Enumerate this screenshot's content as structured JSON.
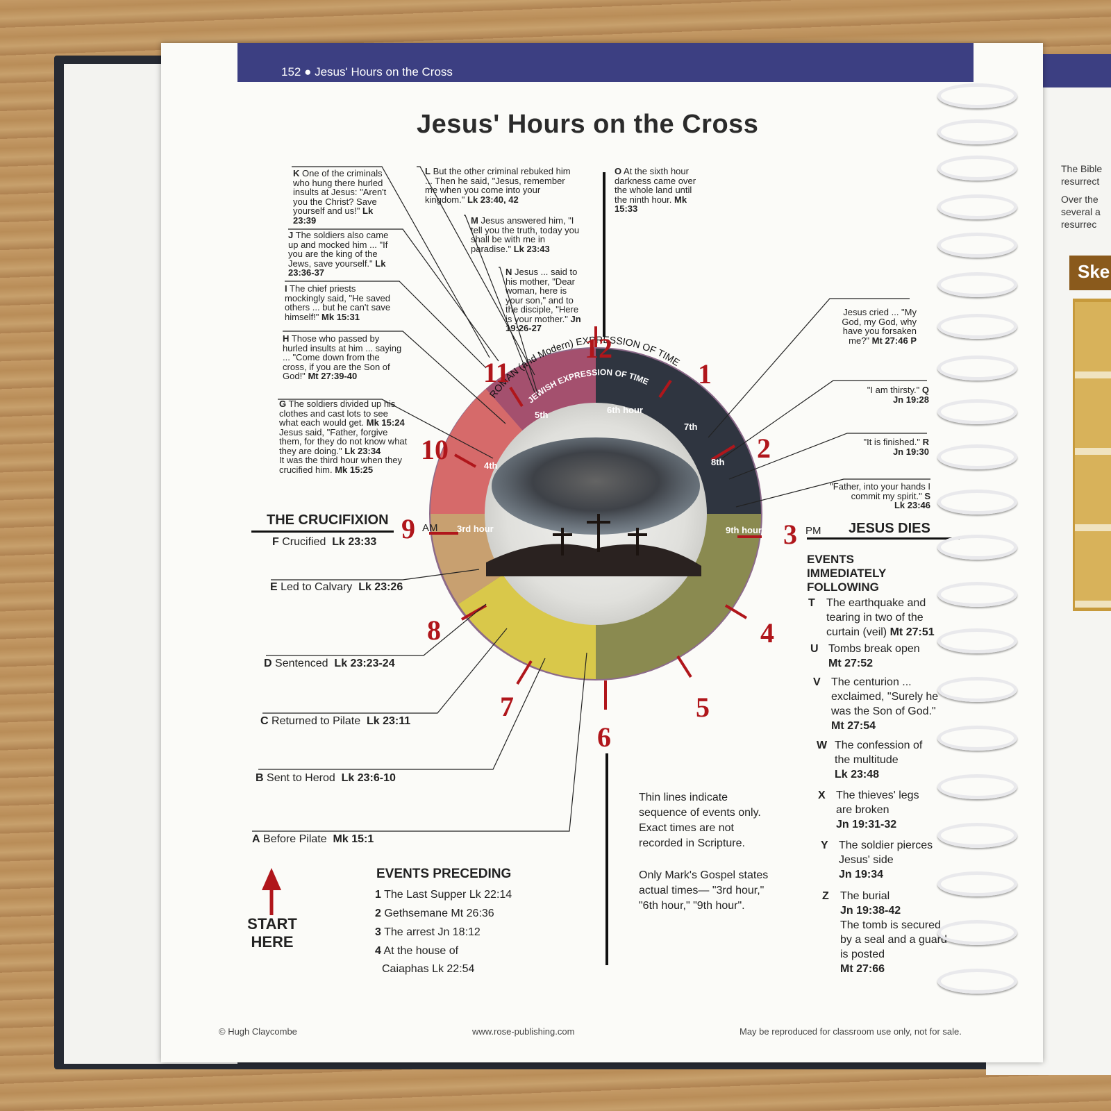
{
  "header": {
    "page_ref": "152 ● Jesus' Hours on the Cross"
  },
  "title": "Jesus' Hours on the Cross",
  "next_page": {
    "line1": "The Bible",
    "line2": "resurrect",
    "line3": "Over the",
    "line4": "several a",
    "line5": "resurrec",
    "box_label": "Ske"
  },
  "callouts": {
    "K": {
      "letter": "K",
      "text": "One of the criminals who hung there hurled insults at Jesus: \"Aren't you the Christ? Save yourself and us!\"",
      "ref": "Lk 23:39"
    },
    "J": {
      "letter": "J",
      "text": "The soldiers also came up and mocked him ... \"If you are the king of the Jews, save yourself.\"",
      "ref": "Lk 23:36-37"
    },
    "I": {
      "letter": "I",
      "text": "The chief priests mockingly said, \"He saved others ... but he can't save himself!\"",
      "ref": "Mk 15:31"
    },
    "H": {
      "letter": "H",
      "text": "Those who passed by hurled insults at him ... saying ... \"Come down from the cross, if you are the Son of God!\"",
      "ref": "Mt 27:39-40"
    },
    "G": {
      "letter": "G",
      "text": "The soldiers divided up his clothes and cast lots to see what each would get.",
      "ref": "Mk 15:24",
      "text2": "Jesus said, \"Father, forgive them, for they do not know what they are doing.\"",
      "ref2": "Lk 23:34",
      "text3": "It was the third hour when they crucified him.",
      "ref3": "Mk 15:25"
    },
    "L": {
      "letter": "L",
      "text": "But the other criminal rebuked him ... Then he said, \"Jesus, remember me when you come into your kingdom.\"",
      "ref": "Lk 23:40, 42"
    },
    "M": {
      "letter": "M",
      "text": "Jesus answered him, \"I tell you the truth, today you shall be with me in paradise.\"",
      "ref": "Lk 23:43"
    },
    "N": {
      "letter": "N",
      "text": "Jesus ... said to his mother, \"Dear woman, here is your son,\" and to the disciple, \"Here is your mother.\"",
      "ref": "Jn 19:26-27"
    },
    "O": {
      "letter": "O",
      "text": "At the sixth hour darkness came over the whole land until the ninth hour.",
      "ref": "Mk 15:33"
    },
    "P": {
      "letter": "P",
      "text": "Jesus cried ... \"My God, my God, why have you forsaken me?\"",
      "ref": "Mt 27:46"
    },
    "Q": {
      "letter": "Q",
      "text": "\"I am thirsty.\"",
      "ref": "Jn 19:28"
    },
    "R": {
      "letter": "R",
      "text": "\"It is finished.\"",
      "ref": "Jn 19:30"
    },
    "S": {
      "letter": "S",
      "text": "\"Father, into your hands I commit my spirit.\"",
      "ref": "Lk 23:46"
    }
  },
  "left_list": {
    "F": {
      "letter": "F",
      "text": "Crucified",
      "ref": "Lk 23:33"
    },
    "E": {
      "letter": "E",
      "text": "Led to Calvary",
      "ref": "Lk 23:26"
    },
    "D": {
      "letter": "D",
      "text": "Sentenced",
      "ref": "Lk 23:23-24"
    },
    "C": {
      "letter": "C",
      "text": "Returned to Pilate",
      "ref": "Lk 23:11"
    },
    "B": {
      "letter": "B",
      "text": "Sent to Herod",
      "ref": "Lk 23:6-10"
    },
    "A": {
      "letter": "A",
      "text": "Before Pilate",
      "ref": "Mk 15:1"
    }
  },
  "crucifixion_heading": "THE CRUCIFIXION",
  "jesus_dies_heading": "JESUS DIES",
  "am_label": "AM",
  "pm_label": "PM",
  "clock": {
    "roman_label": "ROMAN (and Modern) EXPRESSION OF TIME",
    "jewish_label": "JEWISH EXPRESSION OF TIME",
    "numbers": [
      "12",
      "1",
      "2",
      "3",
      "4",
      "5",
      "6",
      "7",
      "8",
      "9",
      "10",
      "11"
    ],
    "hours": {
      "h3": "3rd hour",
      "h4": "4th",
      "h5": "5th",
      "h6": "6th hour",
      "h7": "7th",
      "h8": "8th",
      "h9": "9th hour"
    }
  },
  "events_following": {
    "heading": "EVENTS IMMEDIATELY FOLLOWING",
    "items": [
      {
        "letter": "T",
        "text": "The earthquake and tearing in two of the curtain (veil)",
        "ref": "Mt 27:51"
      },
      {
        "letter": "U",
        "text": "Tombs break open",
        "ref": "Mt 27:52"
      },
      {
        "letter": "V",
        "text": "The centurion ... exclaimed, \"Surely he was the Son of God.\"",
        "ref": "Mt 27:54"
      },
      {
        "letter": "W",
        "text": "The confession of the multitude",
        "ref": "Lk 23:48"
      },
      {
        "letter": "X",
        "text": "The thieves' legs are broken",
        "ref": "Jn 19:31-32"
      },
      {
        "letter": "Y",
        "text": "The soldier pierces Jesus' side",
        "ref": "Jn 19:34"
      },
      {
        "letter": "Z",
        "text": "The burial",
        "ref": "Jn 19:38-42",
        "extra": "The tomb is secured by a seal and a guard is posted",
        "ref2": "Mt 27:66"
      }
    ]
  },
  "events_preceding": {
    "heading": "EVENTS PRECEDING",
    "items": [
      {
        "num": "1",
        "text": "The Last Supper",
        "ref": "Lk 22:14"
      },
      {
        "num": "2",
        "text": "Gethsemane",
        "ref": "Mt 26:36"
      },
      {
        "num": "3",
        "text": "The arrest",
        "ref": "Jn 18:12"
      },
      {
        "num": "4",
        "text": "At the house of",
        "text2": "Caiaphas",
        "ref": "Lk 22:54"
      }
    ]
  },
  "start_here": "START HERE",
  "notes": {
    "note1": "Thin lines indicate sequence of events only. Exact times are not recorded in Scripture.",
    "note2": "Only Mark's Gospel states actual times— \"3rd hour,\" \"6th hour,\" \"9th hour\"."
  },
  "footer": {
    "copyright": "© Hugh Claycombe",
    "url": "www.rose-publishing.com",
    "rights": "May be reproduced for classroom use only, not for sale."
  },
  "colors": {
    "accent_red": "#b0161b",
    "header_blue": "#3c3f82"
  }
}
